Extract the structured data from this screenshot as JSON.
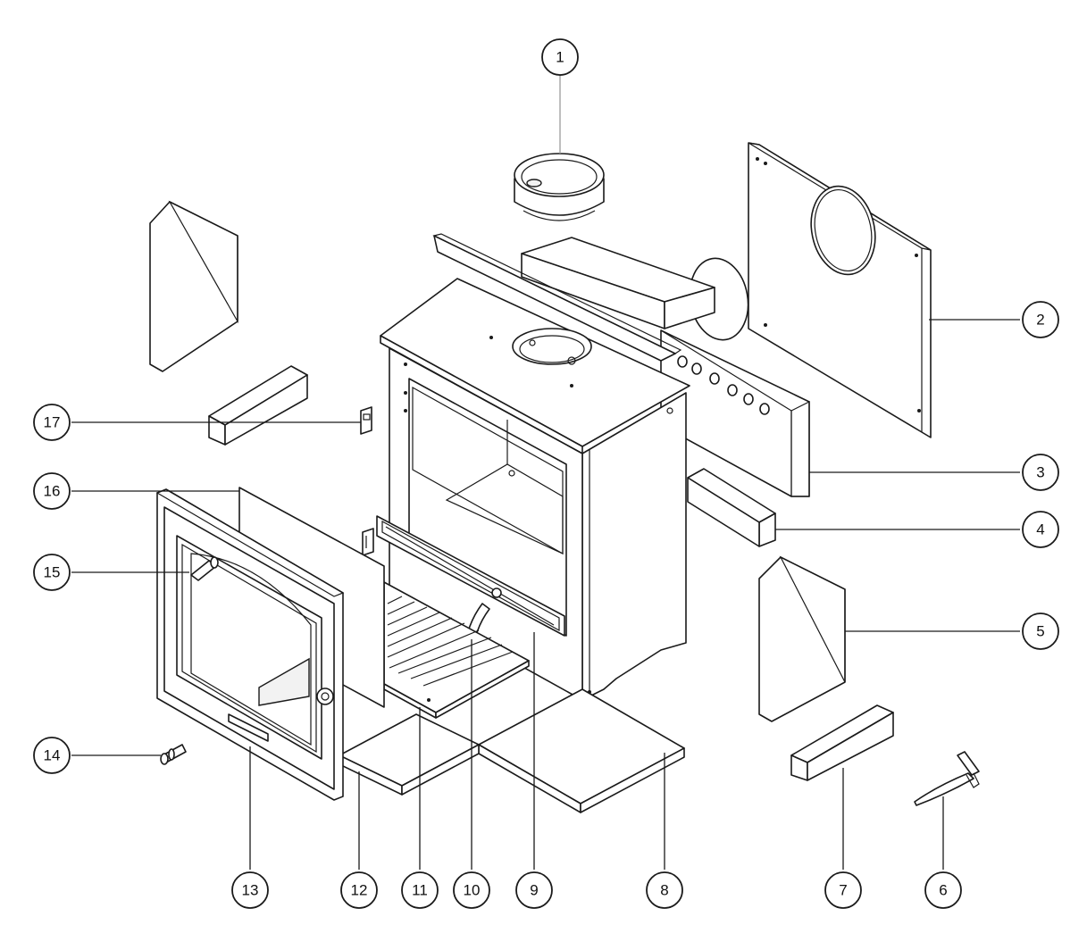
{
  "callouts": [
    {
      "id": "c1",
      "label": "1"
    },
    {
      "id": "c2",
      "label": "2"
    },
    {
      "id": "c3",
      "label": "3"
    },
    {
      "id": "c4",
      "label": "4"
    },
    {
      "id": "c5",
      "label": "5"
    },
    {
      "id": "c6",
      "label": "6"
    },
    {
      "id": "c7",
      "label": "7"
    },
    {
      "id": "c8",
      "label": "8"
    },
    {
      "id": "c9",
      "label": "9"
    },
    {
      "id": "c10",
      "label": "10"
    },
    {
      "id": "c11",
      "label": "11"
    },
    {
      "id": "c12",
      "label": "12"
    },
    {
      "id": "c13",
      "label": "13"
    },
    {
      "id": "c14",
      "label": "14"
    },
    {
      "id": "c15",
      "label": "15"
    },
    {
      "id": "c16",
      "label": "16"
    },
    {
      "id": "c17",
      "label": "17"
    }
  ],
  "colors": {
    "line": "#1a1a1a",
    "background": "#ffffff",
    "leader_light": "#9a9a9a"
  }
}
